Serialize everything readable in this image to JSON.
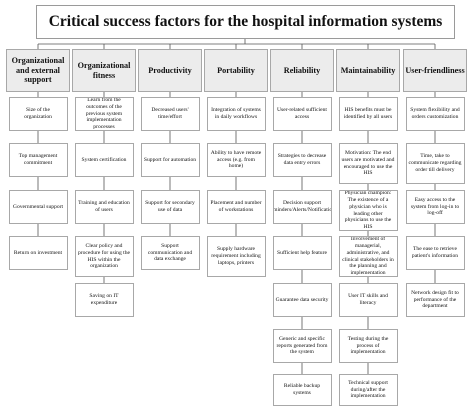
{
  "title": "Critical success factors for the hospital information systems",
  "colors": {
    "border": "#a8a8a8",
    "header_fill": "#ececec",
    "line": "#555555",
    "text": "#111111"
  },
  "columns": [
    {
      "header": "Organizational and external support",
      "items": [
        "Size of the organization",
        "Top management commitment",
        "Governmental support",
        "Return on investment"
      ]
    },
    {
      "header": "Organizational fitness",
      "items": [
        "Learn from the outcomes of the previous system implementation processes",
        "System certification",
        "Training and education of users",
        "Clear policy and procedure for using the HIS within the organization",
        "Saving on IT expenditure"
      ]
    },
    {
      "header": "Productivity",
      "items": [
        "Decreased users' time/effort",
        "Support for automation",
        "Support for secondary use of data",
        "Support communication and data exchange"
      ]
    },
    {
      "header": "Portability",
      "items": [
        "Integration of systems in daily workflows",
        "Ability to have remote access (e.g. from home)",
        "Placement and number of workstations",
        "Supply hardware requirement including laptops, printers"
      ]
    },
    {
      "header": "Reliability",
      "items": [
        "User-related sufficient access",
        "Strategies to decrease data entry errors",
        "Decision support (Reminders/Alerts/Notifications)",
        "Sufficient help feature",
        "Guarantee data security",
        "Generic and specific reports generated from the system",
        "Reliable backup systems"
      ]
    },
    {
      "header": "Maintainability",
      "items": [
        "HIS benefits must be identified by all users",
        "Motivation: The end users are motivated and encouraged to use the HIS",
        "Physician champion: The existence of a physician who is leading other physicians to use the HIS",
        "Involvement of managerial, administrative, and clinical stakeholders in the planning and implementation",
        "User IT skills and literacy",
        "Testing during the process of implementation",
        "Technical support during/after the implementation"
      ]
    },
    {
      "header": "User-friendliness",
      "items": [
        "System flexibility and orders customization",
        "Time, take to communicate regarding order till delivery",
        "Easy access to the system from log-in to log-off",
        "The ease to retrieve patient's information",
        "Network design fit to performance of the department"
      ]
    }
  ]
}
